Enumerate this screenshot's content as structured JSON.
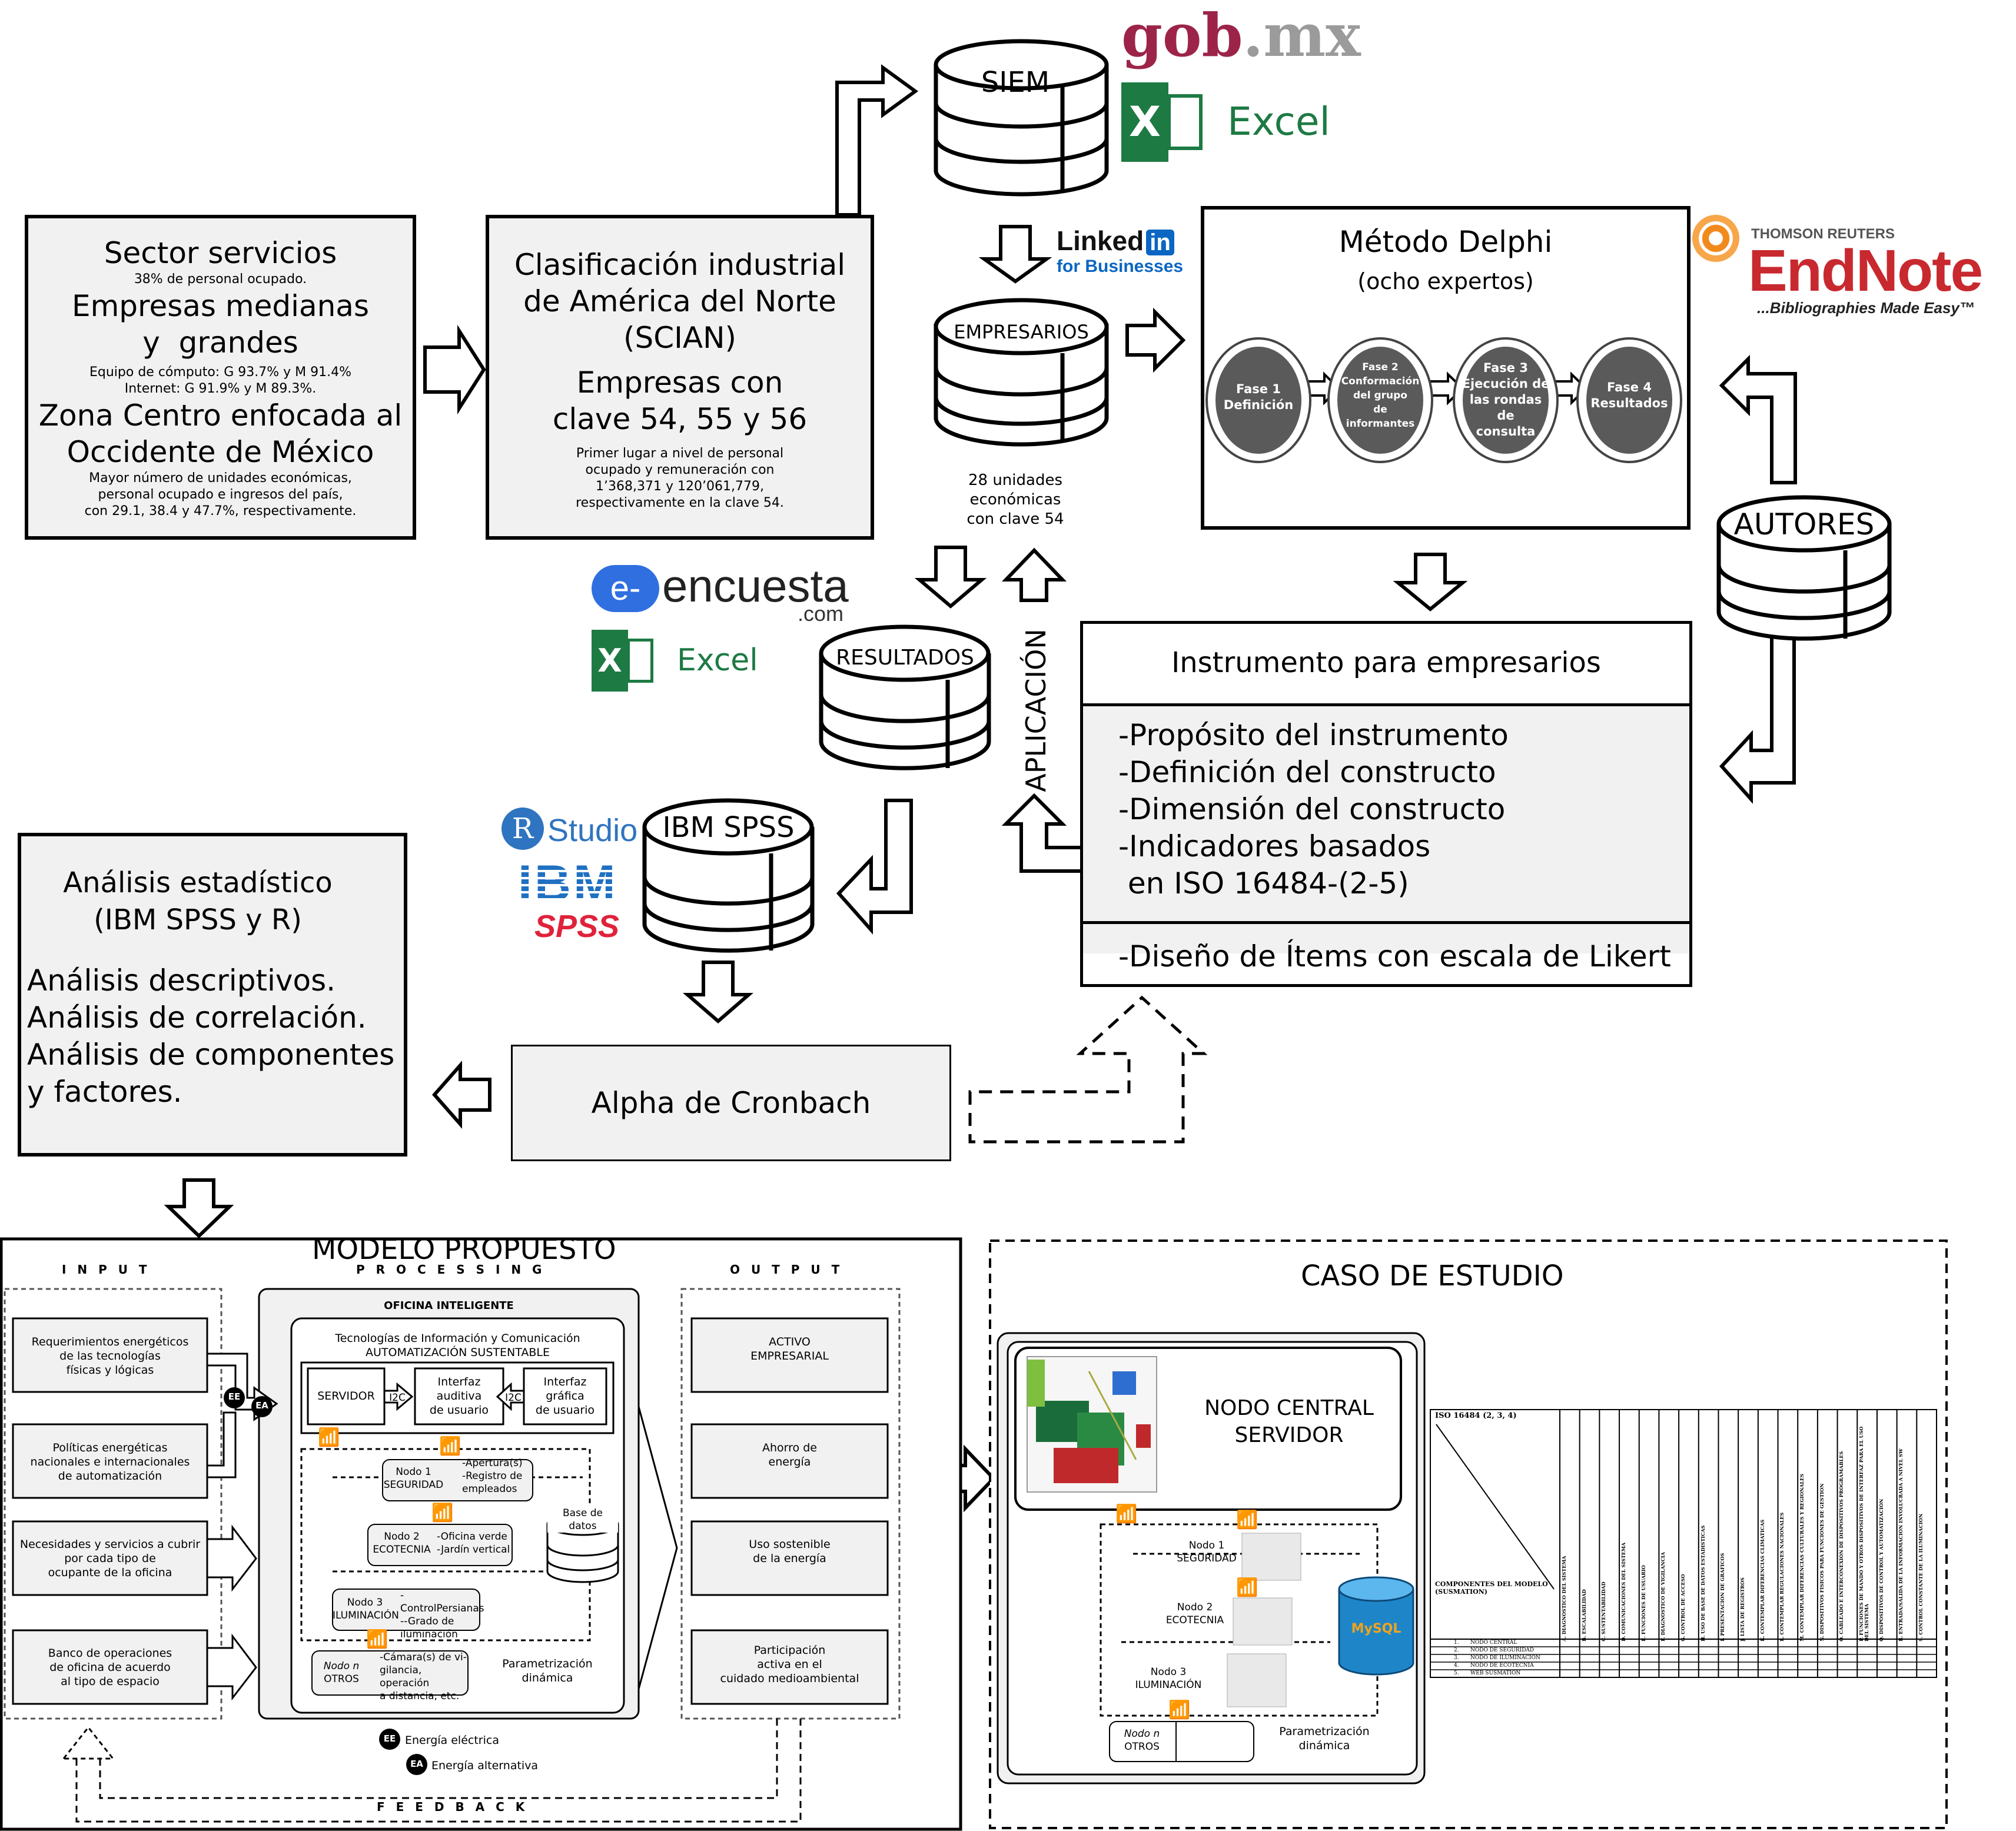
{
  "logos": {
    "gobmx": {
      "part1": "gob",
      "part2": ".mx"
    },
    "excel_top": "Excel",
    "excel_mid": "Excel",
    "linkedin": {
      "word": "Linked",
      "in": "in",
      "sub": "for Businesses"
    },
    "endnote": {
      "brand": "THOMSON REUTERS",
      "name": "EndNote",
      "tag": "...Bibliographies Made Easy™"
    },
    "eencuesta": {
      "e": "e-",
      "name": "encuesta",
      "tld": ".com"
    },
    "rstudio": {
      "R": "R",
      "name": "Studio"
    },
    "ibmspss": {
      "ibm": "IBM",
      "spss": "SPSS"
    },
    "colors": {
      "gob": "#9d2449",
      "gob_grey": "#9b9b9b",
      "excel": "#1d7a43",
      "linkedin": "#0a66c2",
      "endnote": "#c8292f",
      "eencuesta": "#2f6fe0",
      "spss_red": "#e0223b",
      "ibm_blue": "#1f70c1"
    }
  },
  "sector_box": {
    "title": "Sector servicios",
    "pct": "38% de personal ocupado.",
    "line2": "Empresas medianas",
    "line3": "y  grandes",
    "equipo": "Equipo de cómputo: G 93.7% y M 91.4%",
    "internet": "Internet: G 91.9% y M 89.3%.",
    "zona1": "Zona Centro enfocada al",
    "zona2": "Occidente de México",
    "note1": "Mayor número de unidades económicas,",
    "note2": "personal ocupado e ingresos del país,",
    "note3": "con 29.1, 38.4 y 47.7%, respectivamente."
  },
  "scian_box": {
    "l1": "Clasificación industrial",
    "l2": "de América del Norte",
    "l3": "(SCIAN)",
    "l4": "Empresas con",
    "l5": "clave 54, 55 y 56",
    "n1": "Primer lugar a nivel de personal",
    "n2": "ocupado y remuneración con",
    "n3": "1’368,371 y 120’061,779,",
    "n4": "respectivamente en la clave 54."
  },
  "databases": {
    "siem": "SIEM",
    "empresarios": "EMPRESARIOS",
    "empresarios_note": [
      "28 unidades",
      "económicas",
      "con clave 54"
    ],
    "autores": "AUTORES",
    "resultados": "RESULTADOS",
    "ibmspss": "IBM SPSS"
  },
  "delphi": {
    "title": "Método Delphi",
    "subtitle": "(ocho expertos)",
    "phases": [
      [
        "Fase 1",
        "Definición"
      ],
      [
        "Fase 2",
        "Conformación",
        "del grupo",
        "de",
        "informantes"
      ],
      [
        "Fase 3",
        "Ejecución de",
        "las rondas",
        "de",
        "consulta"
      ],
      [
        "Fase 4",
        "Resultados"
      ]
    ]
  },
  "aplicacion": "APLICACIÓN",
  "instrumento": {
    "title": "Instrumento para empresarios",
    "items": [
      "-Propósito del instrumento",
      "-Definición del constructo",
      "-Dimensión del constructo",
      "-Indicadores basados",
      " en ISO 16484-(2-5)"
    ],
    "footer": "-Diseño de Ítems con escala de Likert"
  },
  "analisis": {
    "title1": "Análisis estadístico",
    "title2": "(IBM SPSS y R)",
    "items": [
      "Análisis descriptivos.",
      "Análisis de correlación.",
      "Análisis de componentes",
      "y factores."
    ]
  },
  "cronbach": "Alpha de Cronbach",
  "modelo": {
    "title": "MODELO PROPUESTO",
    "input": "I N P U T",
    "processing": "P R O C E S S I N G",
    "output": "O U T P U T",
    "feedback": "F E E D B A C K",
    "inputs": [
      [
        "Requerimientos energéticos",
        "de las tecnologías",
        "físicas y lógicas"
      ],
      [
        "Políticas energéticas",
        "nacionales e internacionales",
        "de automatización"
      ],
      [
        "Necesidades y servicios a cubrir",
        "por cada tipo de",
        "ocupante de la oficina"
      ],
      [
        "Banco de operaciones",
        "de oficina de acuerdo",
        "al tipo de espacio"
      ]
    ],
    "oficina": "OFICINA INTELIGENTE",
    "tic1": "Tecnologías de Información y Comunicación",
    "tic2": "AUTOMATIZACIÓN SUSTENTABLE",
    "servidor": "SERVIDOR",
    "i2c": "I2C",
    "auditiva": [
      "Interfaz",
      "auditiva",
      "de usuario"
    ],
    "grafica": [
      "Interfaz",
      "gráfica",
      "de usuario"
    ],
    "nodo1": [
      "Nodo 1",
      "SEGURIDAD"
    ],
    "nodo1_items": [
      "-Apertura(s)",
      "-Registro de",
      "empleados"
    ],
    "nodo2": [
      "Nodo 2",
      "ECOTECNIA"
    ],
    "nodo2_items": [
      "-Oficina verde",
      "-Jardín vertical"
    ],
    "nodo3": [
      "Nodo 3",
      "ILUMINACIÓN"
    ],
    "nodo3_items": [
      "-ControlPersianas",
      "--Grado de",
      "iluminación"
    ],
    "nodon": [
      "Nodo n",
      "OTROS"
    ],
    "nodon_items": [
      "-Cámara(s) de vi-",
      "gilancia, operación",
      "a distancia, etc."
    ],
    "base": [
      "Base de",
      "datos"
    ],
    "param": [
      "Parametrización",
      "dinámica"
    ],
    "outputs": [
      [
        "ACTIVO",
        "EMPRESARIAL"
      ],
      [
        "Ahorro de",
        "energía"
      ],
      [
        "Uso sostenible",
        "de la energía"
      ],
      [
        "Participación",
        "activa en el",
        "cuidado medioambiental"
      ]
    ],
    "ee": "EE",
    "ea": "EA",
    "ee_label": "Energía eléctrica",
    "ea_label": "Energía alternativa"
  },
  "caso": {
    "title": "CASO DE ESTUDIO",
    "nodo_central": [
      "NODO CENTRAL",
      "SERVIDOR"
    ],
    "nodo1": [
      "Nodo 1",
      "SEGURIDAD"
    ],
    "nodo2": [
      "Nodo 2",
      "ECOTECNIA"
    ],
    "nodo3": [
      "Nodo 3",
      "ILUMINACIÓN"
    ],
    "nodon": [
      "Nodo n",
      "OTROS"
    ],
    "param": [
      "Parametrización",
      "dinámica"
    ],
    "mysql": "MySQL",
    "table": {
      "title": "ISO 16484 (2, 3, 4)",
      "row_header": [
        "COMPONENTES DEL MODELO",
        "(SUSMATION)"
      ],
      "rows": [
        [
          "1.",
          "NODO CENTRAL"
        ],
        [
          "2.",
          "NODO DE SEGURIDAD"
        ],
        [
          "3.",
          "NODO DE ILUMINACIÓN"
        ],
        [
          "4.",
          "NODO DE ECOTECNIA"
        ],
        [
          "5.",
          "WEB SUSMATION"
        ]
      ],
      "columns": [
        "A. DIAGNÓSTICO DEL SISTEMA",
        "B. ESCALABILIDAD",
        "C. SUSTENTABILIDAD",
        "D. COMUNICACIONES DEL SISTEMA",
        "E. FUNCIONES DE USUARIO",
        "F. DIAGNÓSTICO DE VIGILANCIA",
        "G. CONTROL DE ACCESO",
        "H. USO DE BASE DE DATOS ESTADÍSTICAS",
        "I. PRESENTACIÓN DE GRÁFICOS",
        "J. LISTA DE REGISTROS",
        "K. CONTEMPLAR DIFERENCIAS CLIMÁTICAS",
        "L. CONTEMPLAR REGULACIONES NACIONALES",
        "M. CONTEMPLAR DIFERENCIAS CULTURALES Y REGIONALES",
        "N. DISPOSITIVOS FÍSICOS PARA FUNCIONES DE GESTIÓN",
        "O. CABLEADO E INTERCONEXIÓN DE DISPOSITIVOS PROGRAMABLES",
        "P. FUNCIONES DE MANDO Y OTROS DISPOSITIVOS DE INTERFAZ PARA EL USO DEL SISTEMA",
        "Q. DISPOSITIVOS DE CONTROL Y AUTOMATIZACIÓN",
        "R. ENTRADA/SALIDA DE LA INFORMACIÓN INVOLUCRADA A NIVEL SW",
        "S. CONTROL CONSTANTE DE LA ILUMINACIÓN"
      ]
    }
  }
}
